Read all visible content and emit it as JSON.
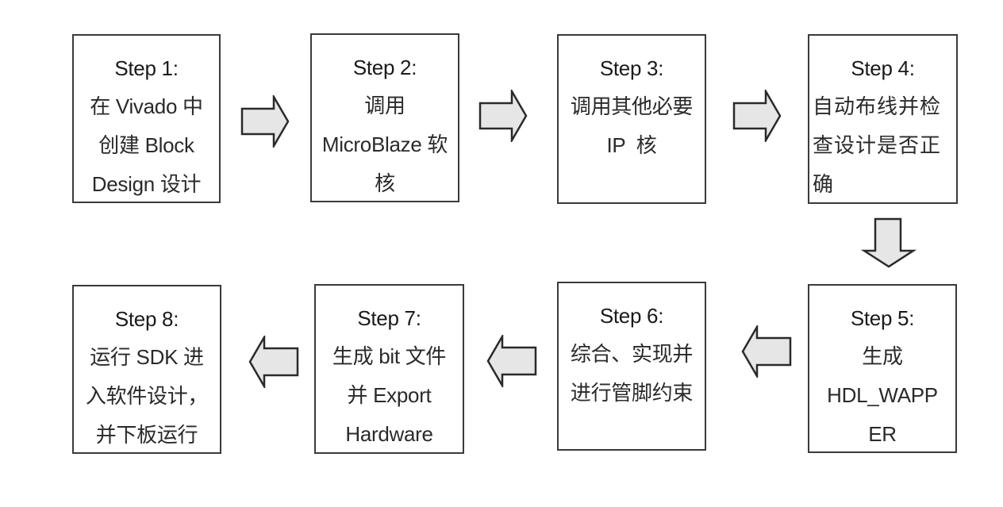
{
  "diagram": {
    "type": "flowchart",
    "arrow_fill": "#e6e6e6",
    "arrow_stroke": "#2a2a2a",
    "steps": [
      {
        "title": "Step 1:",
        "lines": [
          "在 Vivado 中",
          "创建 Block",
          "Design 设计"
        ]
      },
      {
        "title": "Step 2:",
        "lines": [
          "调用",
          "MicroBlaze 软",
          "核"
        ]
      },
      {
        "title": "Step 3:",
        "lines": [
          "调用其他必要",
          "IP  核"
        ]
      },
      {
        "title": "Step 4:",
        "lines": [
          "自动布线并检",
          "查设计是否正",
          "确"
        ]
      },
      {
        "title": "Step 5:",
        "lines": [
          "生成",
          "HDL_WAPP",
          "ER"
        ]
      },
      {
        "title": "Step 6:",
        "lines": [
          "综合、实现并",
          "进行管脚约束"
        ]
      },
      {
        "title": "Step 7:",
        "lines": [
          "生成 bit 文件",
          "并 Export",
          "Hardware"
        ]
      },
      {
        "title": "Step 8:",
        "lines": [
          "运行 SDK 进",
          "入软件设计，",
          "并下板运行"
        ]
      }
    ],
    "arrows": [
      {
        "from": "Step 1",
        "to": "Step 2",
        "direction": "right"
      },
      {
        "from": "Step 2",
        "to": "Step 3",
        "direction": "right"
      },
      {
        "from": "Step 3",
        "to": "Step 4",
        "direction": "right"
      },
      {
        "from": "Step 4",
        "to": "Step 5",
        "direction": "down"
      },
      {
        "from": "Step 5",
        "to": "Step 6",
        "direction": "left"
      },
      {
        "from": "Step 6",
        "to": "Step 7",
        "direction": "left"
      },
      {
        "from": "Step 7",
        "to": "Step 8",
        "direction": "left"
      }
    ]
  }
}
